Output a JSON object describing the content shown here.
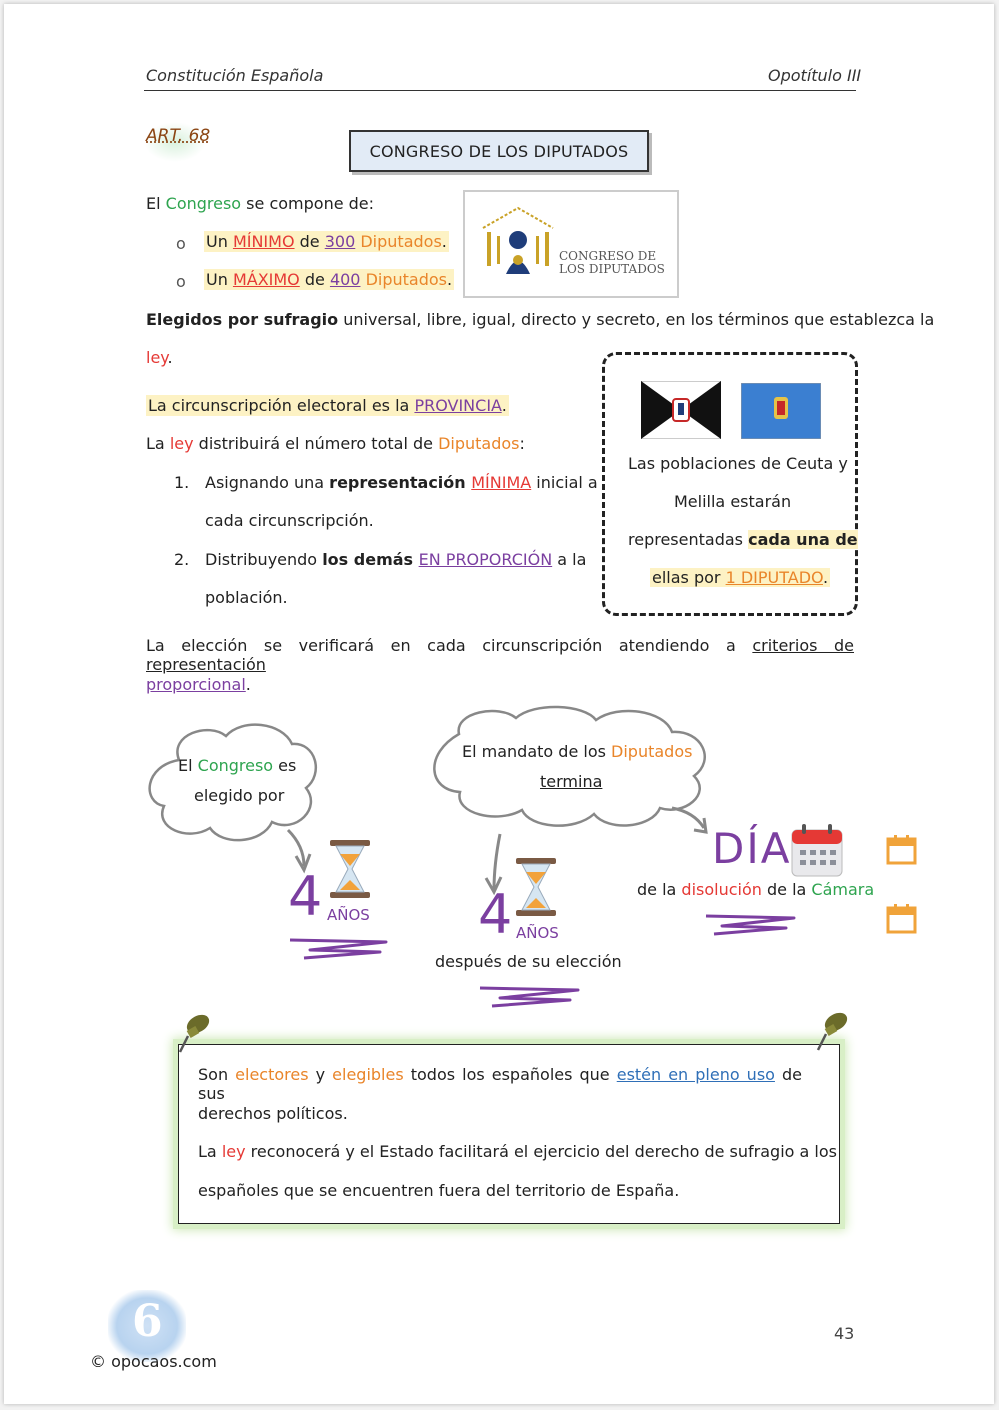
{
  "header": {
    "left": "Constitución Española",
    "right": "Opotítulo III"
  },
  "article": {
    "label": "ART. 68",
    "title": "CONGRESO DE LOS DIPUTADOS"
  },
  "logo": {
    "line1": "CONGRESO DE",
    "line2": "LOS DIPUTADOS"
  },
  "composition": {
    "intro_a": "El ",
    "intro_b": "Congreso",
    "intro_c": " se compone de:",
    "min": {
      "bullet": "o",
      "a": "Un ",
      "b": "MÍNIMO",
      "c": " de ",
      "d": "300",
      "e": " Diputados",
      "f": "."
    },
    "max": {
      "bullet": "o",
      "a": "Un ",
      "b": "MÁXIMO",
      "c": " de ",
      "d": "400",
      "e": " Diputados",
      "f": "."
    }
  },
  "election": {
    "a": "Elegidos por sufragio",
    "b": " universal, libre, igual, directo y secreto, en los términos que establezca la",
    "c": "ley",
    "d": "."
  },
  "circ": {
    "a": "La circunscripción electoral es la ",
    "b": "PROVINCIA",
    "c": "."
  },
  "distrib": {
    "a": "La ",
    "b": "ley",
    "c": " distribuirá el número total de ",
    "d": "Diputados",
    "e": ":"
  },
  "list": {
    "n1": "1.",
    "i1a": "Asignando una ",
    "i1b": "representación ",
    "i1c": "MÍNIMA",
    "i1d": " inicial a",
    "i1e": "cada circunscripción.",
    "n2": "2.",
    "i2a": "Distribuyendo ",
    "i2b": "los demás ",
    "i2c": "EN PROPORCIÓN",
    "i2d": " a la",
    "i2e": "población."
  },
  "ceuta": {
    "l1": "Las poblaciones de Ceuta y",
    "l2a": "Melilla",
    "l2b": " estarán",
    "l3a": "representadas ",
    "l3b": "cada una de",
    "l4a": "ellas por ",
    "l4b": "1 DIPUTADO",
    "l4c": "."
  },
  "verify": {
    "a": "La elección se verificará en cada circunscripción atendiendo a ",
    "b": "criterios de representación",
    "c": "proporcional",
    "d": "."
  },
  "cloud1": {
    "a": "El ",
    "b": "Congreso",
    "c": " es",
    "d": "elegido por"
  },
  "cloud2": {
    "a": "El mandato de los ",
    "b": "Diputados",
    "c": "termina"
  },
  "term1": {
    "num": "4",
    "unit": "AÑOS"
  },
  "term2": {
    "num": "4",
    "unit": "AÑOS",
    "caption": "después de su elección"
  },
  "dia": {
    "word": "DÍA",
    "a": "de la ",
    "b": "disolución",
    "c": " de la ",
    "d": "Cámara"
  },
  "note": {
    "l1a": "Son ",
    "l1b": "electores",
    "l1c": " y ",
    "l1d": "elegibles",
    "l1e": " todos los españoles que ",
    "l1f": "estén en pleno uso",
    "l1g": " de sus",
    "l2": "derechos políticos.",
    "l3a": "La ",
    "l3b": "ley",
    "l3c": " reconocerá y el Estado facilitará el ejercicio del derecho de sufragio a los",
    "l4": "españoles que se encuentren fuera del territorio de España."
  },
  "footer": {
    "copyright": "© opocaos.com",
    "page": "43",
    "logo_digit": "6"
  },
  "colors": {
    "purple": "#7b3fa0",
    "green": "#2ea44f",
    "orange": "#e9852a",
    "red": "#e53935",
    "highlight": "#fdf2c4"
  }
}
